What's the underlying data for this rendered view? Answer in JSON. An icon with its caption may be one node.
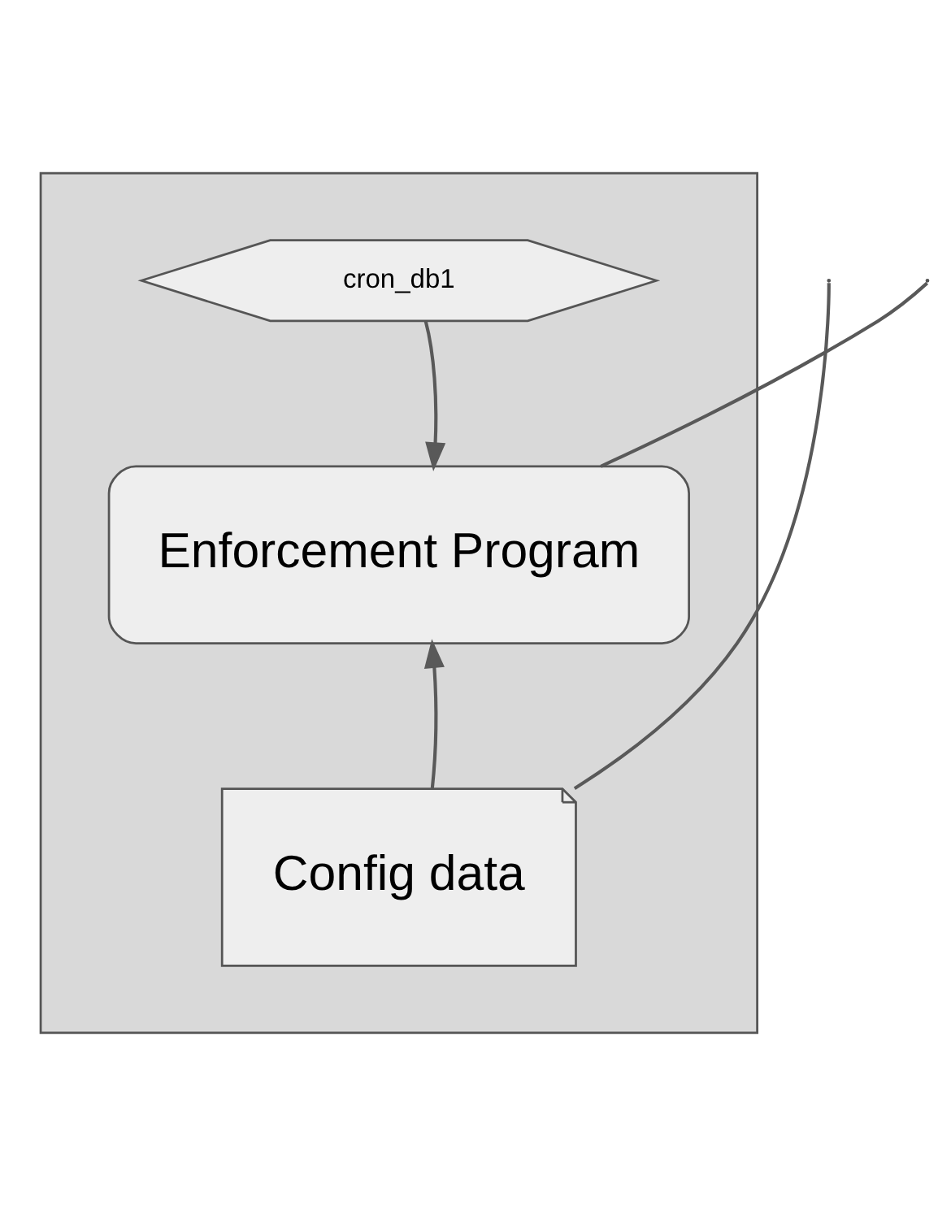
{
  "diagram": {
    "nodes": [
      {
        "text": [],
        "shape": "box"
      },
      {
        "text": [
          "cron_db1"
        ],
        "in": 0
      },
      {
        "text": [
          "Enforcement Program"
        ],
        "in": 0
      },
      {
        "text": [
          "Config data"
        ],
        "in": 0
      }
    ],
    "edges": [
      {
        "from": 1,
        "to": 2,
        "arrow": "to"
      },
      {
        "from": 3,
        "to": 2,
        "arrow": "to"
      },
      {
        "from": 2,
        "to": null,
        "arrow": "none"
      },
      {
        "from": 3,
        "to": null,
        "arrow": "none"
      }
    ]
  }
}
